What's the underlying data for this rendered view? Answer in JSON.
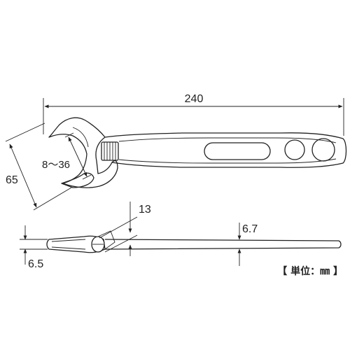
{
  "dimensions": {
    "overall_length": "240",
    "head_width": "65",
    "jaw_opening": "8～36",
    "head_thickness": "13",
    "handle_thickness": "6.7",
    "tip_thickness": "6.5"
  },
  "unit_label": "【 単位：㎜ 】",
  "colors": {
    "line": "#222222",
    "background": "#ffffff"
  }
}
